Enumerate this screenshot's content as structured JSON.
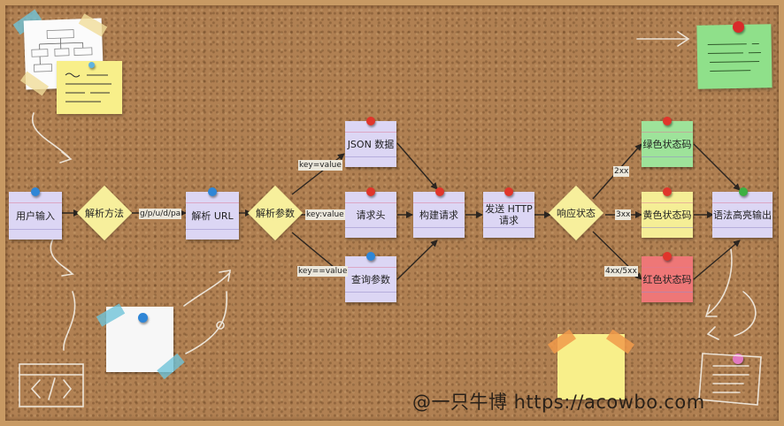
{
  "diagram": {
    "type": "flowchart",
    "title": "HTTP request flow on corkboard",
    "nodes": [
      {
        "id": "user_input",
        "label": "用户输入",
        "shape": "note",
        "color": "#dcd6f4",
        "pin": "#2f86d6"
      },
      {
        "id": "parse_method",
        "label": "解析方法",
        "shape": "diamond",
        "color": "#f7ef9c"
      },
      {
        "id": "parse_url",
        "label": "解析 URL",
        "shape": "note",
        "color": "#dcd6f4",
        "pin": "#2f86d6"
      },
      {
        "id": "parse_params",
        "label": "解析参数",
        "shape": "diamond",
        "color": "#f7ef9c"
      },
      {
        "id": "json_data",
        "label": "JSON 数据",
        "shape": "note",
        "color": "#dcd6f4",
        "pin": "#e0352b"
      },
      {
        "id": "headers",
        "label": "请求头",
        "shape": "note",
        "color": "#dcd6f4",
        "pin": "#e0352b"
      },
      {
        "id": "query_params",
        "label": "查询参数",
        "shape": "note",
        "color": "#dcd6f4",
        "pin": "#2f86d6"
      },
      {
        "id": "build_request",
        "label": "构建请求",
        "shape": "note",
        "color": "#dcd6f4",
        "pin": "#e0352b"
      },
      {
        "id": "send_http",
        "label": "发送 HTTP 请求",
        "line1": "发送 HTTP",
        "line2": "请求",
        "shape": "note",
        "color": "#dcd6f4",
        "pin": "#e0352b"
      },
      {
        "id": "response_status",
        "label": "响应状态",
        "shape": "diamond",
        "color": "#f7ef9c"
      },
      {
        "id": "green_status",
        "label": "绿色状态码",
        "shape": "note",
        "color": "#9ee39a",
        "pin": "#e0352b"
      },
      {
        "id": "yellow_status",
        "label": "黄色状态码",
        "shape": "note",
        "color": "#f5ee96",
        "pin": "#e0352b"
      },
      {
        "id": "red_status",
        "label": "红色状态码",
        "shape": "note",
        "color": "#ee7777",
        "pin": "#e0352b"
      },
      {
        "id": "highlight_output",
        "label": "语法高亮输出",
        "shape": "note",
        "color": "#dcd6f4",
        "pin": "#3cb043"
      }
    ],
    "edges": [
      {
        "from": "user_input",
        "to": "parse_method",
        "label": ""
      },
      {
        "from": "parse_method",
        "to": "parse_url",
        "label": "g/p/u/d/pa"
      },
      {
        "from": "parse_url",
        "to": "parse_params",
        "label": ""
      },
      {
        "from": "parse_params",
        "to": "json_data",
        "label": "key=value"
      },
      {
        "from": "parse_params",
        "to": "headers",
        "label": "key:value"
      },
      {
        "from": "parse_params",
        "to": "query_params",
        "label": "key==value"
      },
      {
        "from": "json_data",
        "to": "build_request",
        "label": ""
      },
      {
        "from": "headers",
        "to": "build_request",
        "label": ""
      },
      {
        "from": "query_params",
        "to": "build_request",
        "label": ""
      },
      {
        "from": "build_request",
        "to": "send_http",
        "label": ""
      },
      {
        "from": "send_http",
        "to": "response_status",
        "label": ""
      },
      {
        "from": "response_status",
        "to": "green_status",
        "label": "2xx"
      },
      {
        "from": "response_status",
        "to": "yellow_status",
        "label": "3xx"
      },
      {
        "from": "response_status",
        "to": "red_status",
        "label": "4xx/5xx"
      },
      {
        "from": "green_status",
        "to": "highlight_output",
        "label": ""
      },
      {
        "from": "yellow_status",
        "to": "highlight_output",
        "label": ""
      },
      {
        "from": "red_status",
        "to": "highlight_output",
        "label": ""
      }
    ]
  },
  "watermark": "@一只牛博 https://acowbo.com",
  "colors": {
    "cork": "#b08052",
    "frame": "#c89a64",
    "edge": "#2b2520",
    "label_bg": "#ece8dc"
  }
}
